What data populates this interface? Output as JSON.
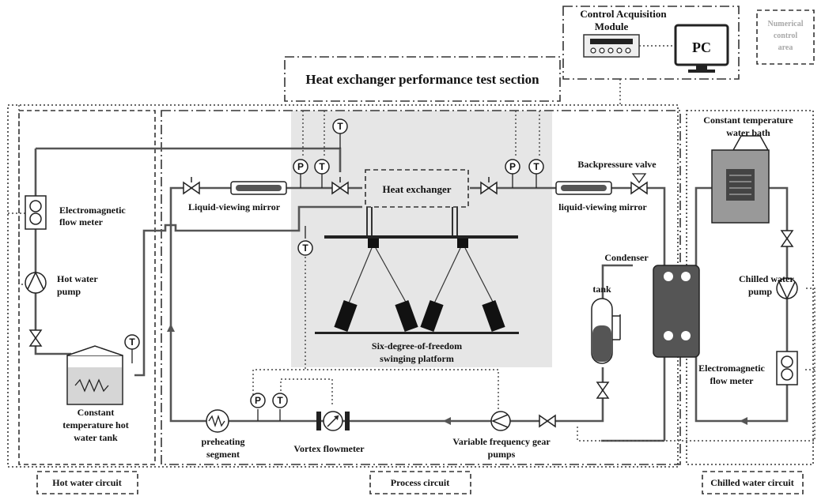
{
  "labels": {
    "control_module": "Control Acquisition",
    "control_module_2": "Module",
    "pc": "PC",
    "numerical_1": "Numerical",
    "numerical_2": "control",
    "numerical_3": "area",
    "test_section": "Heat exchanger performance test section",
    "heat_exchanger": "Heat exchanger",
    "electromagnetic_left_1": "Electromagnetic",
    "electromagnetic_left_2": "flow meter",
    "hot_water_pump_1": "Hot water",
    "hot_water_pump_2": "pump",
    "hot_tank_1": "Constant",
    "hot_tank_2": "temperature hot",
    "hot_tank_3": "water tank",
    "liquid_mirror_left": "Liquid-viewing mirror",
    "liquid_mirror_right": "liquid-viewing mirror",
    "backpressure_valve": "Backpressure valve",
    "const_bath_1": "Constant temperature",
    "const_bath_2": "water bath",
    "condenser": "Condenser",
    "tank": "tank",
    "chilled_pump_1": "Chilled water",
    "chilled_pump_2": "pump",
    "electromagnetic_right_1": "Electromagnetic",
    "electromagnetic_right_2": "flow meter",
    "platform_1": "Six-degree-of-freedom",
    "platform_2": "swinging platform",
    "preheating_1": "preheating",
    "preheating_2": "segment",
    "vortex": "Vortex flowmeter",
    "gear_pumps_1": "Variable frequency gear",
    "gear_pumps_2": "pumps",
    "hot_circuit": "Hot water circuit",
    "process_circuit": "Process circuit",
    "chilled_circuit": "Chilled water circuit"
  },
  "instruments": {
    "T": "T",
    "P": "P"
  }
}
